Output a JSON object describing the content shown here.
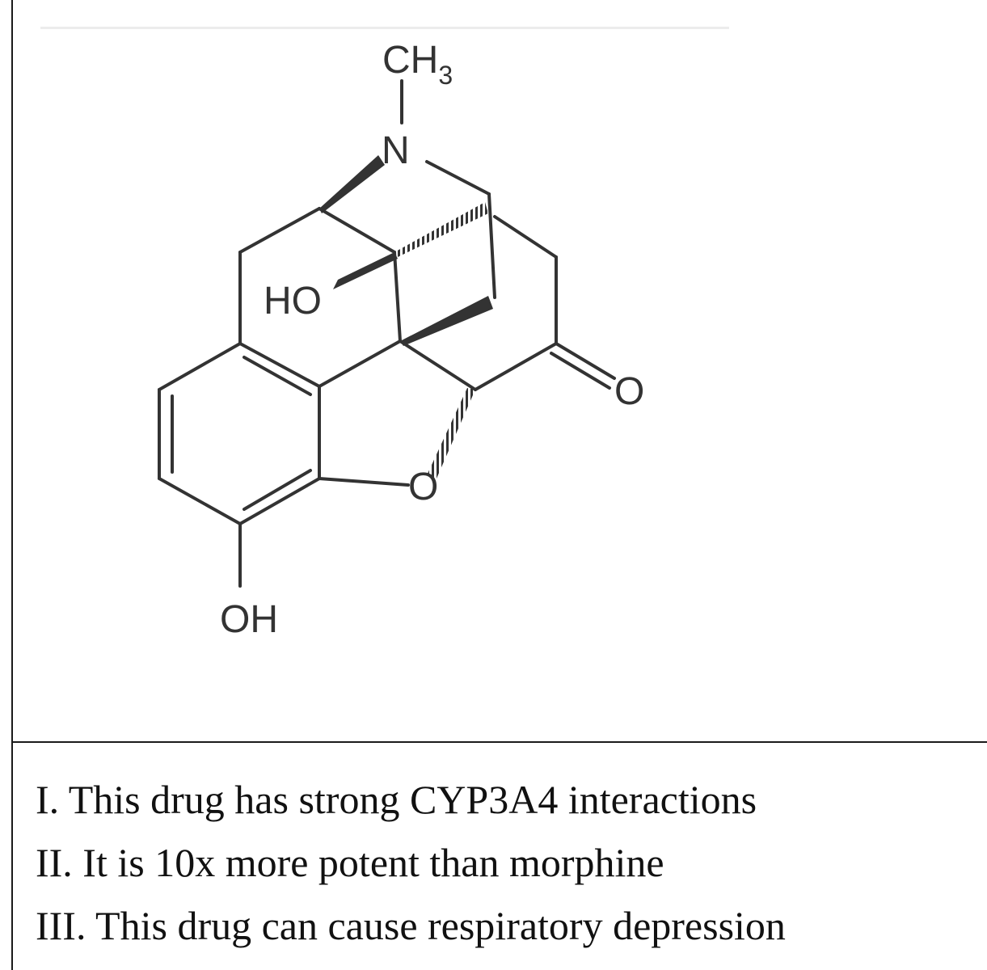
{
  "structure": {
    "labels": {
      "methyl": "CH",
      "methyl_subscript": "3",
      "nitrogen": "N",
      "hydroxyl_bridge": "HO",
      "ketone_oxygen": "O",
      "ether_oxygen": "O",
      "phenol": "OH"
    },
    "line_color": "#333333"
  },
  "statements": [
    "I. This drug has strong CYP3A4 interactions",
    "II. It is 10x more potent than morphine",
    "III. This drug can cause respiratory depression"
  ]
}
